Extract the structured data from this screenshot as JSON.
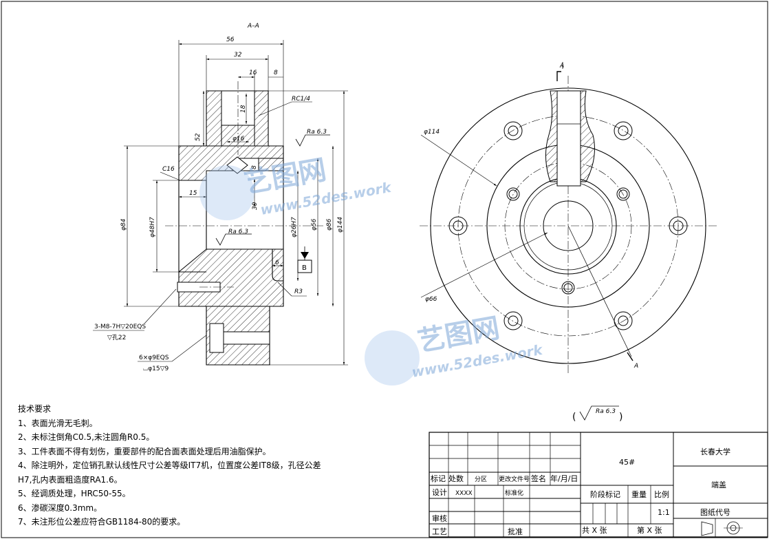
{
  "section_label": "A–A",
  "dims": {
    "d56": "56",
    "d32": "32",
    "d16": "16",
    "d8": "8",
    "d18": "18",
    "rc": "RC1/4",
    "phi16": "φ16",
    "ra1": "Ra 6.3",
    "d52": "52",
    "c16": "C16",
    "d15": "15",
    "d30": "30",
    "d6": "6",
    "phi84": "φ84",
    "phi48": "φ48H7",
    "phi26": "φ26H7",
    "phi56": "φ56",
    "phi86": "φ86",
    "phi144": "φ144",
    "ra2": "Ra 6.3",
    "datum_b": "B",
    "r3": "R3",
    "thread1": "3-M8-7H▽20EQS",
    "thread2": "▽孔22",
    "holes1": "6×φ9EQS",
    "holes2": "⌴φ15▽9",
    "view_a_top": "A",
    "view_a_bottom": "A",
    "phi114": "φ114",
    "phi66": "φ66"
  },
  "surface_note": "Ra 6.3",
  "watermark": {
    "brand": "艺图网",
    "url": "www.52des.work"
  },
  "tech_notes": {
    "title": "技术要求",
    "items": [
      "1、表面光滑无毛刺。",
      "2、未标注倒角C0.5,未注圆角R0.5。",
      "3、工件表面不得有划伤，重要部件的配合面表面处理后用油脂保护。",
      "4、除注明外，定位销孔默认线性尺寸公差等级IT7机，位置度公差IT8级，孔径公差",
      "H7,孔内表面粗造度RA1.6。",
      "5、经调质处理，HRC50-55。",
      "6、渗碳深度0.3mm。",
      "7、未注形位公差应符合GB1184-80的要求。"
    ]
  },
  "title_block": {
    "material": "45#",
    "school": "长春大学",
    "part_name": "端盖",
    "drawing_no_label": "图纸代号",
    "row_headers": [
      "标记",
      "处数",
      "分区",
      "更改文件号",
      "签名",
      "年/月/日"
    ],
    "design": "设计",
    "designer": "XXXX",
    "standard": "标准化",
    "stage_mark": "阶段标记",
    "weight": "重量",
    "scale_label": "比例",
    "scale": "1:1",
    "review": "审核",
    "process": "工艺",
    "approve": "批准",
    "sheets_total": "共 X 张",
    "sheet_no": "第 X 张"
  }
}
